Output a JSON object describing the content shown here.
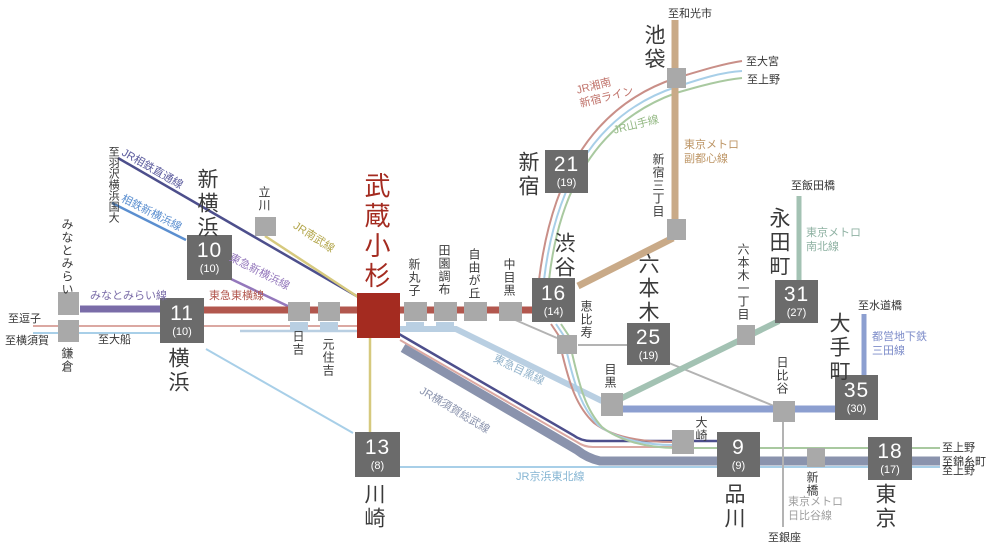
{
  "origin": {
    "name": "武蔵小杉"
  },
  "timed": [
    {
      "name": "新横浜",
      "min": "10",
      "alt": "(10)"
    },
    {
      "name": "横浜",
      "min": "11",
      "alt": "(10)"
    },
    {
      "name": "川崎",
      "min": "13",
      "alt": "(8)"
    },
    {
      "name": "渋谷",
      "min": "16",
      "alt": "(14)"
    },
    {
      "name": "新宿",
      "min": "21",
      "alt": "(19)"
    },
    {
      "name": "六本木",
      "min": "25",
      "alt": "(19)"
    },
    {
      "name": "永田町",
      "min": "31",
      "alt": "(27)"
    },
    {
      "name": "大手町",
      "min": "35",
      "alt": "(30)"
    },
    {
      "name": "品川",
      "min": "9",
      "alt": "(9)"
    },
    {
      "name": "東京",
      "min": "18",
      "alt": "(17)"
    }
  ],
  "plain": [
    {
      "name": "みなとみらい"
    },
    {
      "name": "鎌倉"
    },
    {
      "name": "立川"
    },
    {
      "name": "日吉"
    },
    {
      "name": "元住吉"
    },
    {
      "name": "新丸子"
    },
    {
      "name": "田園調布"
    },
    {
      "name": "自由が丘"
    },
    {
      "name": "中目黒"
    },
    {
      "name": "恵比寿"
    },
    {
      "name": "目黒"
    },
    {
      "name": "大崎"
    },
    {
      "name": "新宿三丁目"
    },
    {
      "name": "池袋"
    },
    {
      "name": "六本木一丁目"
    },
    {
      "name": "日比谷"
    },
    {
      "name": "新橋"
    }
  ],
  "lines": {
    "jr_sotetsu": {
      "label": "JR相鉄直通線",
      "color": "#5c5c9e"
    },
    "sotetsu_shinyoko": {
      "label": "相鉄新横浜線",
      "color": "#5b8fd0"
    },
    "tokyu_shinyoko": {
      "label": "東急新横浜線",
      "color": "#9478bc"
    },
    "minatomirai": {
      "label": "みなとみらい線",
      "color": "#7a6ca8"
    },
    "toyoko": {
      "label": "東急東横線",
      "color": "#b2574e"
    },
    "nambu": {
      "label": "JR南武線",
      "color": "#b3a64b"
    },
    "shonan_shinjuku": {
      "label": "JR湘南\n新宿ライン",
      "color": "#c0736b"
    },
    "yamanote": {
      "label": "JR山手線",
      "color": "#93b883"
    },
    "fukutoshin": {
      "label": "東京メトロ\n副都心線",
      "color": "#bd9565"
    },
    "namboku": {
      "label": "東京メトロ\n南北線",
      "color": "#8fb2a3"
    },
    "mita": {
      "label": "都営地下鉄\n三田線",
      "color": "#7d8cc9"
    },
    "hibiya": {
      "label": "東京メトロ\n日比谷線",
      "color": "#a0a0a0"
    },
    "yokosuka_sobu": {
      "label": "JR横須賀総武線",
      "color": "#8a93ad"
    },
    "meguro": {
      "label": "東急目黒線",
      "color": "#93b3cb"
    },
    "keihin_tohoku": {
      "label": "JR京浜東北線",
      "color": "#85b5d3"
    }
  },
  "destinations": {
    "hazawa": "至羽沢横浜国大",
    "zushi": "至逗子",
    "yokosuka": "至横須賀",
    "ofuna": "至大船",
    "wakoshi": "至和光市",
    "omiya": "至大宮",
    "ueno_top": "至上野",
    "iidabashi": "至飯田橋",
    "suidobashi": "至水道橋",
    "ueno_right1": "至上野",
    "kinshicho": "至錦糸町",
    "ueno_right2": "至上野",
    "ginza": "至銀座"
  },
  "colors": {
    "origin_red": "#a42b20",
    "badge_bg": "#6b6b6b",
    "station_box": "#a9a9a9",
    "meguro_band": "#b9cfe2",
    "jr_band": "#8a93ad"
  }
}
